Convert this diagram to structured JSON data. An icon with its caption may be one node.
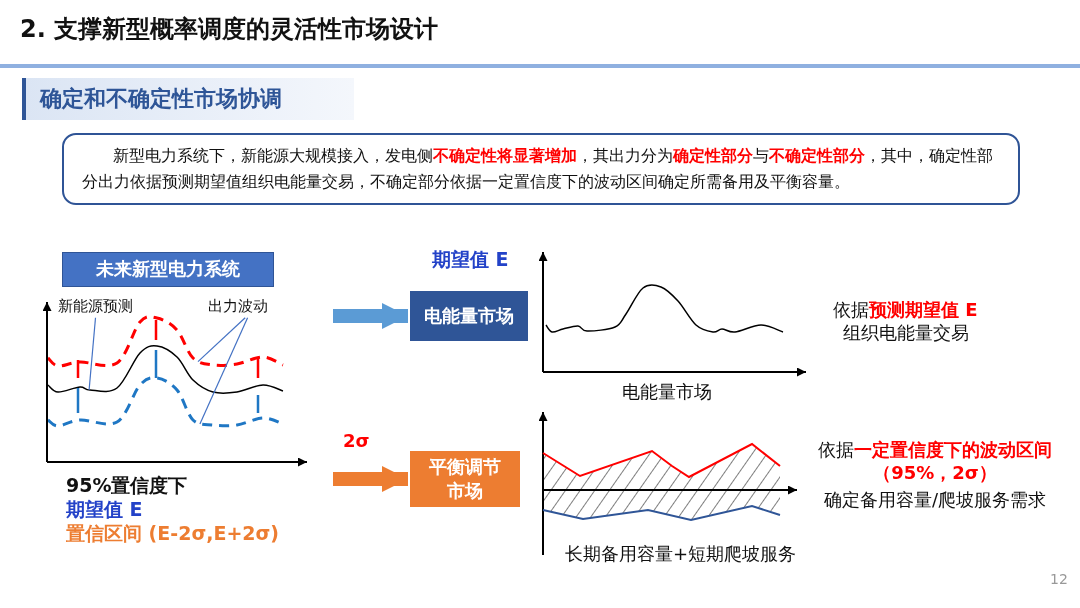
{
  "diagram": {
    "title": "2. 支撑新型概率调度的灵活性市场设计",
    "nodes": [
      {
        "text": [
          "新型电力系统下，新能源大规模接入，发电侧**不确定性将显著增加**，其出力分为**确定性部分**与**不确定性部分**，其中，确定性部分出力依据预测期望值组织电能量交易，不确定部分依据一定置信度下的波动区间确定所需备用及平衡容量。"
        ]
      },
      {
        "text": [
          "未来新型电力系统"
        ]
      },
      {
        "text": [
          "新能源预测"
        ]
      },
      {
        "text": [
          "出力波动"
        ]
      },
      {
        "text": [],
        "shape": "curve"
      },
      {
        "text": [],
        "shape": "curve"
      },
      {
        "text": [],
        "shape": "curve"
      },
      {
        "text": [
          "电能量市场"
        ]
      },
      {
        "text": [
          "平衡调节市场"
        ]
      }
    ],
    "edges": [
      {
        "from": 2,
        "to": 5,
        "arrow": "none"
      },
      {
        "from": 3,
        "to": 4,
        "arrow": "none"
      },
      {
        "from": 3,
        "to": 6,
        "arrow": "none"
      },
      {
        "from": null,
        "to": 7,
        "arrow": "to",
        "style": "thick",
        "color": "#5b9bd5"
      },
      {
        "from": null,
        "to": 8,
        "arrow": "to",
        "style": "thick",
        "color": "#ed7d31"
      }
    ],
    "labels": [
      "确定和不确定性市场协调",
      "期望值 E",
      "依据**预测期望值 E**",
      "组织电能量交易",
      "电能量市场",
      "2σ",
      "95%置信度下",
      "期望值 E",
      "置信区间 (E-2σ,E+2σ)",
      "依据**一定置信度下的波动区间（95%，2σ）**",
      "确定备用容量/爬坡服务需求",
      "长期备用容量+短期爬坡服务",
      "12"
    ]
  }
}
